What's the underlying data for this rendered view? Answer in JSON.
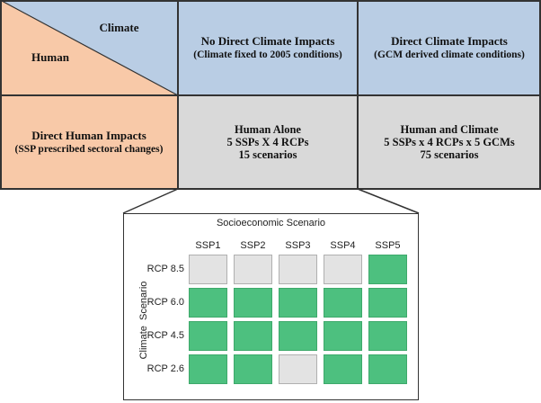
{
  "matrix": {
    "corner_top_label": "Climate",
    "corner_bottom_label": "Human",
    "col1": {
      "title": "No Direct Climate Impacts",
      "subtitle": "(Climate fixed to 2005 conditions)"
    },
    "col2": {
      "title": "Direct Climate Impacts",
      "subtitle": "(GCM derived climate conditions)"
    },
    "row1": {
      "title": "Direct Human Impacts",
      "subtitle": "(SSP prescribed sectoral changes)"
    },
    "cell_human_alone": {
      "l1": "Human Alone",
      "l2": "5 SSPs X 4 RCPs",
      "l3": "15 scenarios"
    },
    "cell_human_climate": {
      "l1": "Human and Climate",
      "l2": "5 SSPs x 4 RCPs x 5 GCMs",
      "l3": "75 scenarios"
    }
  },
  "scenario_grid": {
    "title": "Socioeconomic Scenario",
    "y_title": "Climate  Scenario",
    "columns": [
      "SSP1",
      "SSP2",
      "SSP3",
      "SSP4",
      "SSP5"
    ],
    "rows": [
      "RCP 8.5",
      "RCP 6.0",
      "RCP 4.5",
      "RCP 2.6"
    ],
    "active": [
      [
        false,
        false,
        false,
        false,
        true
      ],
      [
        true,
        true,
        true,
        true,
        true
      ],
      [
        true,
        true,
        true,
        true,
        true
      ],
      [
        true,
        true,
        false,
        true,
        true
      ]
    ],
    "colors": {
      "active": "#4dc07f",
      "inactive": "#e3e3e3",
      "border": "#b0b0b0"
    }
  }
}
